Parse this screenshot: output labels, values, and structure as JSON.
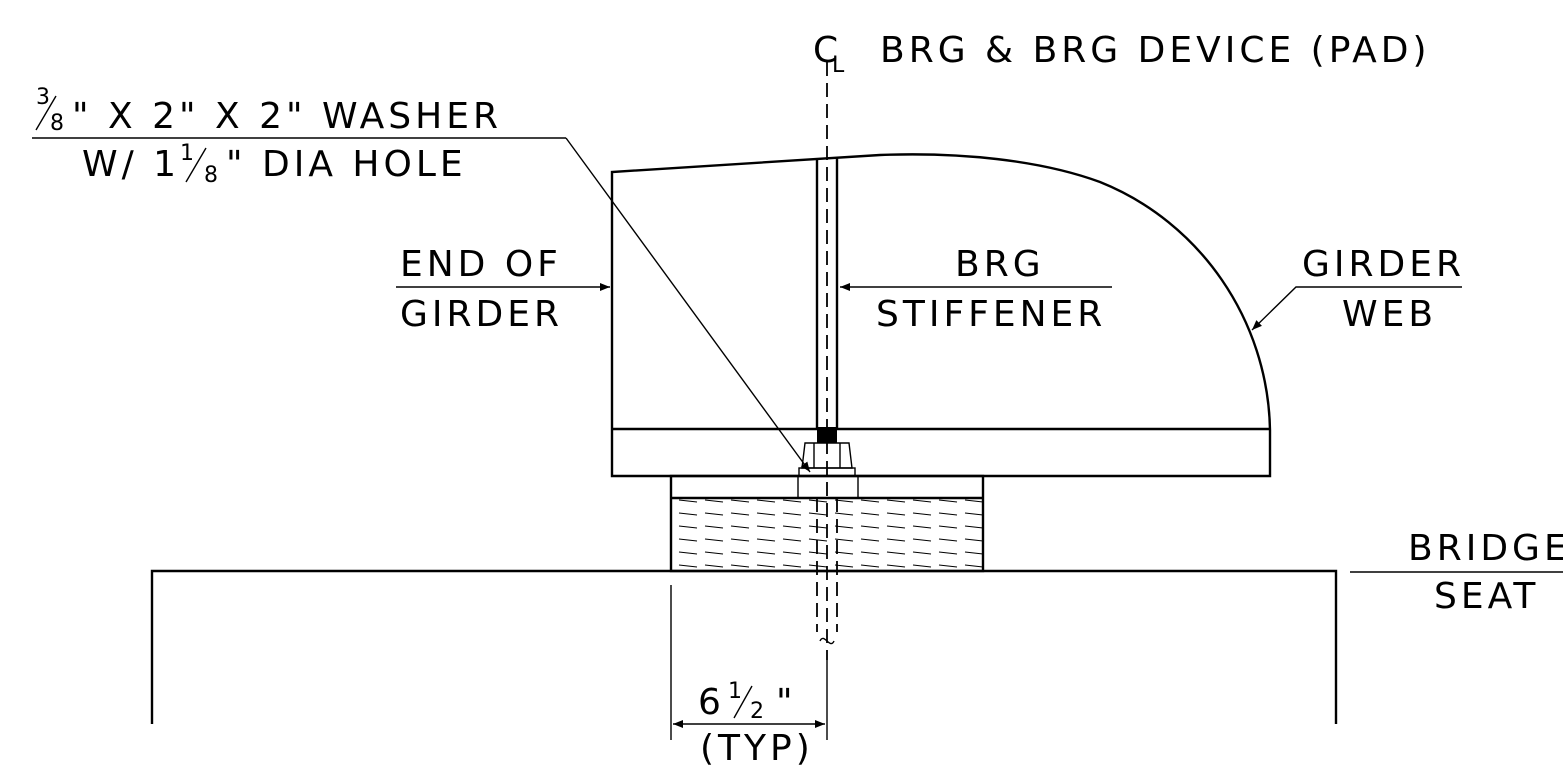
{
  "colors": {
    "ink": "#000000",
    "paper": "#ffffff"
  },
  "labels": {
    "centerline": {
      "symbol": "C",
      "text": "BRG & BRG DEVICE (PAD)"
    },
    "washer": {
      "line1_frac_num": "3",
      "line1_frac_den": "8",
      "line1_rest": "\" X 2\" X 2\" WASHER",
      "line2_prefix": "W/ 1",
      "line2_frac_num": "1",
      "line2_frac_den": "8",
      "line2_rest": "\" DIA HOLE"
    },
    "end_of_girder": {
      "line1": "END OF",
      "line2": "GIRDER"
    },
    "brg_stiffener": {
      "line1": "BRG",
      "line2": "STIFFENER"
    },
    "girder_web": {
      "line1": "GIRDER",
      "line2": "WEB"
    },
    "bridge_seat": {
      "line1": "BRIDGE",
      "line2": "SEAT"
    },
    "dimension": {
      "whole": "6",
      "frac_num": "1",
      "frac_den": "2",
      "unit": "\"",
      "note": "(TYP)"
    }
  }
}
